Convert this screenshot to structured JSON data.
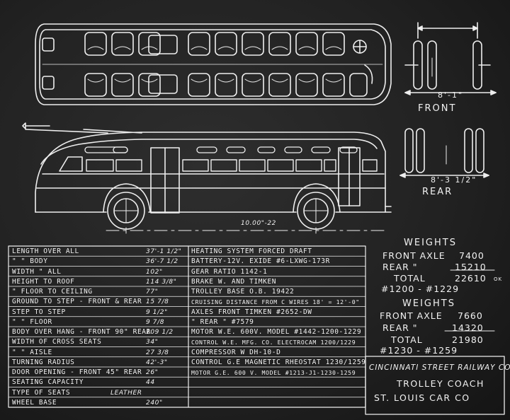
{
  "dimensions": {
    "front_width": "8'-1\"",
    "front_label": "FRONT",
    "rear_width": "8'-3 1/2\"",
    "rear_label": "REAR",
    "wheelbase_dim": "10.00\"-22"
  },
  "specs_left": [
    {
      "label": "LENGTH OVER ALL",
      "value": "37'-1 1/2\""
    },
    {
      "label": "\"    \"   BODY",
      "value": "36'-7 1/2"
    },
    {
      "label": "WIDTH   \"  ALL",
      "value": "102\""
    },
    {
      "label": "HEIGHT TO ROOF",
      "value": "114 3/8\""
    },
    {
      "label": "\" FLOOR TO CEILING",
      "value": "77\""
    },
    {
      "label": "GROUND TO STEP - FRONT & REAR",
      "value": "15 7/8"
    },
    {
      "label": "STEP TO STEP",
      "value": "9 1/2\""
    },
    {
      "label": "\"   \"   FLOOR",
      "value": "9 7/8"
    },
    {
      "label": "BODY OVER HANG - FRONT 90\" REAR",
      "value": "109 1/2"
    },
    {
      "label": "WIDTH OF CROSS SEATS",
      "value": "34\""
    },
    {
      "label": "\"   \"  AISLE",
      "value": "27 3/8"
    },
    {
      "label": "TURNING RADIUS",
      "value": "42'-3\""
    },
    {
      "label": "DOOR OPENING - FRONT 45\" REAR",
      "value": "26\""
    },
    {
      "label": "SEATING CAPACITY",
      "value": "44"
    },
    {
      "label": "TYPE OF SEATS",
      "value": "LEATHER"
    },
    {
      "label": "WHEEL BASE",
      "value": "240\""
    }
  ],
  "specs_right": [
    "HEATING SYSTEM  FORCED DRAFT",
    "BATTERY-12V. EXIDE #6-LXWG-173R",
    "GEAR RATIO 1142-1",
    "BRAKE  W. AND TIMKEN",
    "TROLLEY BASE  O.B.  19422",
    "CRUISING DISTANCE FROM C WIRES 18' = 12'-0\"",
    "AXLES FRONT   TIMKEN #2652-DW",
    "\"   REAR   \"   #7579",
    "MOTOR  W.E. 600V. MODEL #1442-1200-1229",
    "CONTROL  W.E. MFG. CO.  ELECTROCAM 1200/1229",
    "COMPRESSOR  W  DH-10-D",
    "CONTROL G.E MAGNETIC RHEOSTAT 1230/1259",
    "MOTOR G.E. 600 V. MODEL #1213-J1-1230-1259",
    "",
    "",
    ""
  ],
  "weights_a": {
    "heading": "WEIGHTS",
    "rows": [
      {
        "label": "FRONT AXLE",
        "value": "7400"
      },
      {
        "label": "REAR   \"",
        "value": "15210"
      },
      {
        "label": "TOTAL",
        "value": "22610"
      }
    ],
    "range": "#1200 - #1229",
    "ok": "OK"
  },
  "weights_b": {
    "heading": "WEIGHTS",
    "rows": [
      {
        "label": "FRONT AXLE",
        "value": "7660"
      },
      {
        "label": "REAR   \"",
        "value": "14320"
      },
      {
        "label": "TOTAL",
        "value": "21980"
      }
    ],
    "range": "#1230 - #1259"
  },
  "title_block": {
    "line1": "CINCINNATI STREET RAILWAY CO.",
    "line2": "TROLLEY COACH",
    "line3": "ST. LOUIS CAR CO"
  },
  "colors": {
    "ink": "#f2f2f2",
    "paper": "#222222"
  }
}
